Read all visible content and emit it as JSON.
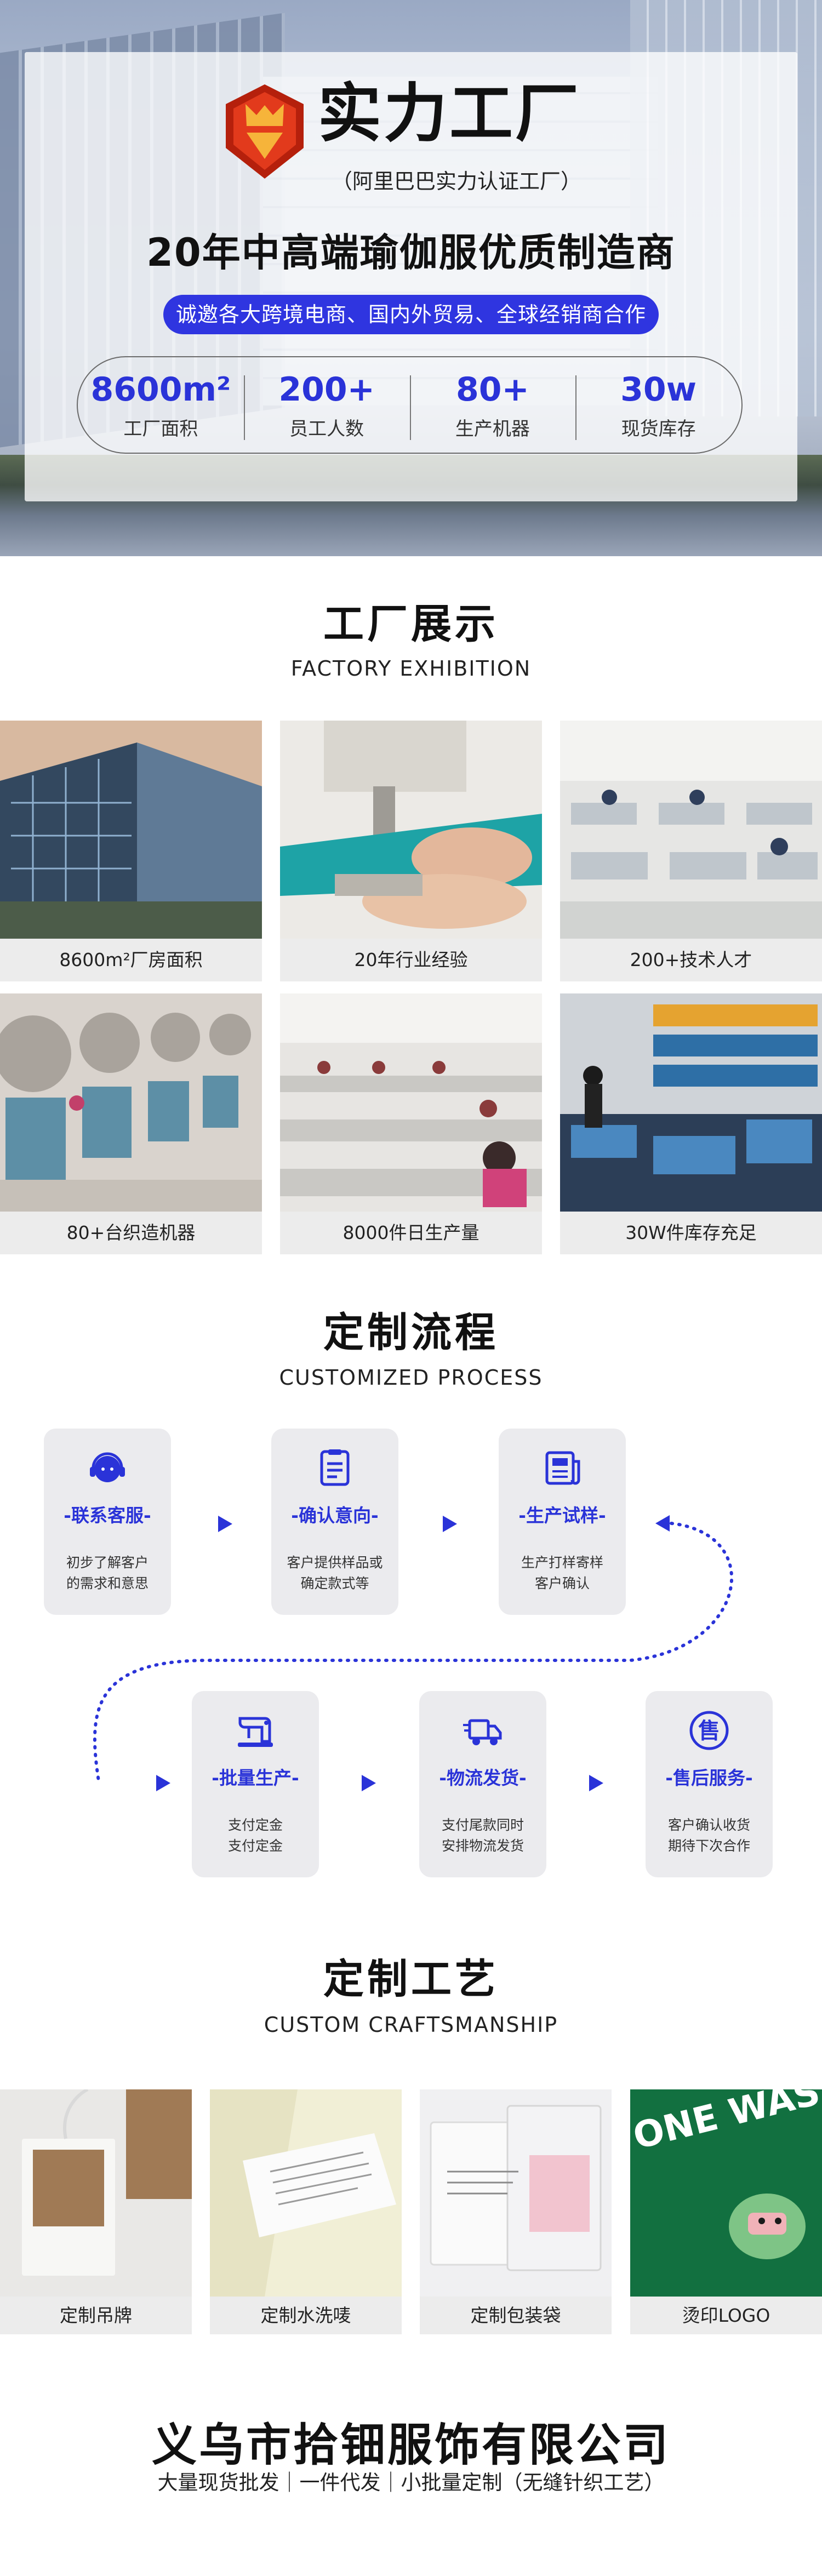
{
  "hero": {
    "title": "实力工厂",
    "subtitle": "（阿里巴巴实力认证工厂）",
    "headline": "20年中高端瑜伽服优质制造商",
    "pill": "诚邀各大跨境电商、国内外贸易、全球经销商合作",
    "stats": [
      {
        "value": "8600m²",
        "label": "工厂面积"
      },
      {
        "value": "200+",
        "label": "员工人数"
      },
      {
        "value": "80+",
        "label": "生产机器"
      },
      {
        "value": "30w",
        "label": "现货库存"
      }
    ]
  },
  "factory": {
    "title": "工厂展示",
    "subtitle": "FACTORY EXHIBITION",
    "tiles": [
      {
        "caption": "8600m²厂房面积"
      },
      {
        "caption": "20年行业经验"
      },
      {
        "caption": "200+技术人才"
      },
      {
        "caption": "80+台织造机器"
      },
      {
        "caption": "8000件日生产量"
      },
      {
        "caption": "30W件库存充足"
      }
    ]
  },
  "process": {
    "title": "定制流程",
    "subtitle": "CUSTOMIZED PROCESS",
    "steps": [
      {
        "title": "-联系客服-",
        "line1": "初步了解客户",
        "line2": "的需求和意思",
        "icon": "headset-icon"
      },
      {
        "title": "-确认意向-",
        "line1": "客户提供样品或",
        "line2": "确定款式等",
        "icon": "document-icon"
      },
      {
        "title": "-生产试样-",
        "line1": "生产打样寄样",
        "line2": "客户确认",
        "icon": "newspaper-icon"
      },
      {
        "title": "-批量生产-",
        "line1": "支付定金",
        "line2": "支付定金",
        "icon": "sewing-machine-icon"
      },
      {
        "title": "-物流发货-",
        "line1": "支付尾款同时",
        "line2": "安排物流发货",
        "icon": "truck-icon"
      },
      {
        "title": "-售后服务-",
        "line1": "客户确认收货",
        "line2": "期待下次合作",
        "icon": "after-sale-icon"
      }
    ],
    "after_sale_glyph": "售"
  },
  "craft": {
    "title": "定制工艺",
    "subtitle": "CUSTOM CRAFTSMANSHIP",
    "items": [
      {
        "caption": "定制吊牌"
      },
      {
        "caption": "定制水洗唛"
      },
      {
        "caption": "定制包装袋"
      },
      {
        "caption": "烫印LOGO"
      }
    ],
    "logo_print_text": "ONE WAS IDYLLIC"
  },
  "footer": {
    "company": "义乌市拾钿服饰有限公司",
    "tagline": "大量现货批发｜一件代发｜小批量定制（无缝针织工艺）"
  },
  "colors": {
    "accent": "#2a33d8",
    "shield": "#e23a1c",
    "shield_dark": "#b5200c"
  }
}
